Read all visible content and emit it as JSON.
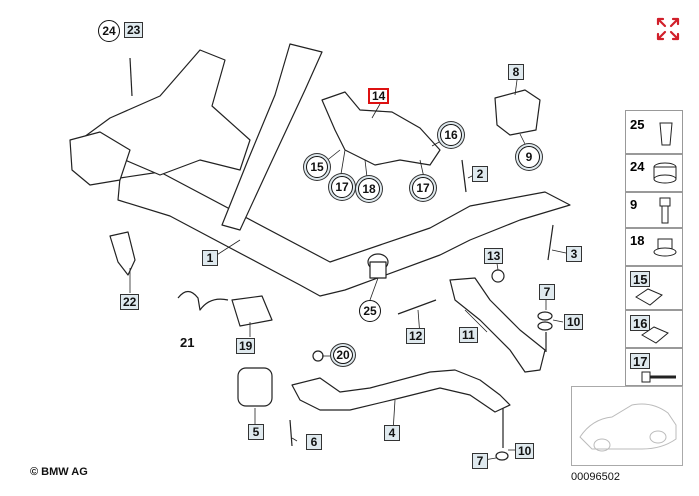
{
  "header": {
    "callout_top": [
      "24",
      "23"
    ]
  },
  "callouts": {
    "c1": "1",
    "c2": "2",
    "c3": "3",
    "c4": "4",
    "c5": "5",
    "c6": "6",
    "c7a": "7",
    "c7b": "7",
    "c8": "8",
    "c9": "9",
    "c10a": "10",
    "c10b": "10",
    "c11": "11",
    "c12": "12",
    "c13": "13",
    "c14": "14",
    "c15": "15",
    "c16": "16",
    "c17a": "17",
    "c17b": "17",
    "c18": "18",
    "c19": "19",
    "c20": "20",
    "c21": "21",
    "c22": "22",
    "c25": "25"
  },
  "sidebar": {
    "items": [
      "25",
      "24",
      "9",
      "18",
      "15",
      "16",
      "17"
    ]
  },
  "footer": {
    "copyright": "© BMW AG",
    "reference": "00096502"
  },
  "colors": {
    "accent": "#d11f2a",
    "tag_fill": "#dfe9ee",
    "line": "#222222"
  },
  "icons": {
    "expand": "expand-arrows-icon"
  }
}
